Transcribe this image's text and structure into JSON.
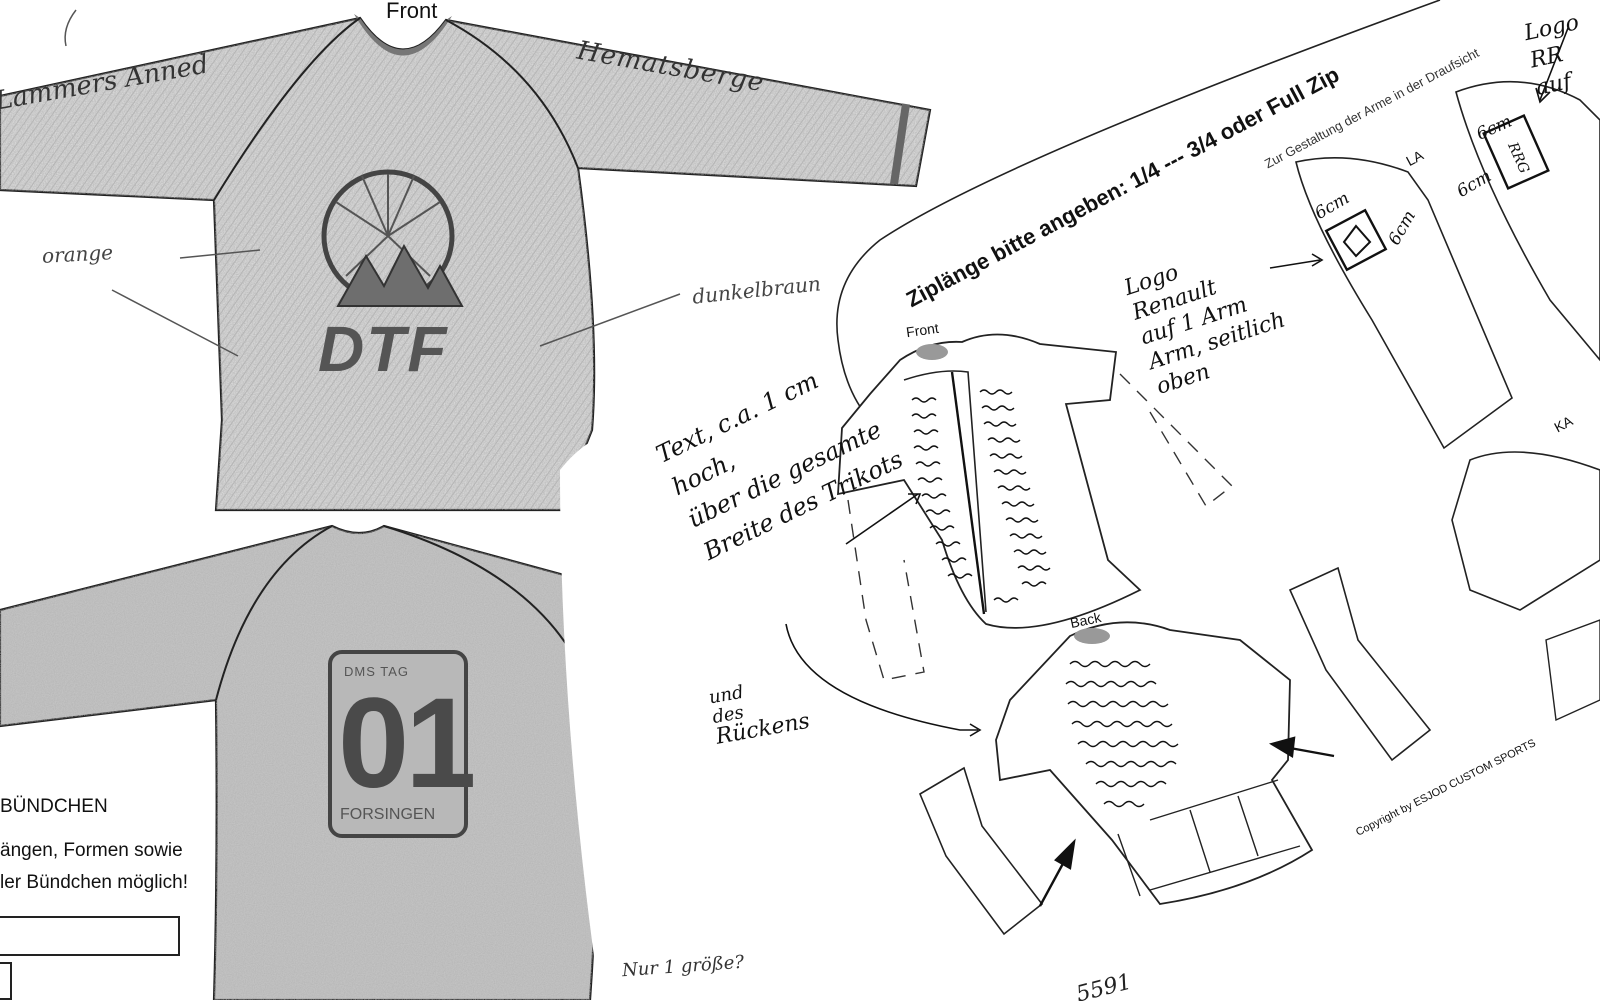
{
  "front_sheet": {
    "front_label": "Front",
    "cuff_section": {
      "heading": "BÜNDCHEN",
      "line1": "ängen, Formen sowie",
      "line2": "ler Bündchen möglich!"
    },
    "handwritten": {
      "orange": "orange",
      "dark_brown": "dunkelbraun",
      "size_note": "Nur 1 größe?",
      "sleeve_left": "Lammers Anned",
      "sleeve_right": "Hematsberge"
    },
    "front_logo_text": "DTF",
    "back_patch": {
      "top_text": "DMS TAG",
      "number": "01",
      "bottom_text": "FORSINGEN"
    }
  },
  "template_sheet": {
    "zip_instruction": "Ziplänge bitte angeben:  1/4  ---  3/4 oder Full Zip",
    "arm_design_note": "Zur Gestaltung der Arme in der Draufsicht",
    "front_label": "Front",
    "back_label": "Back",
    "pattern_labels": {
      "la": "LA",
      "ka": "KA"
    },
    "copyright": "Copyright by ESJOD CUSTOM SPORTS",
    "partial_number": "5591",
    "handwritten": {
      "text_note": [
        "Text, c.a. 1 cm",
        "hoch,",
        "über die gesamte",
        "Breite des Trikots"
      ],
      "back_note": [
        "und",
        "des",
        "Rückens"
      ],
      "logo_arm_note": [
        "Logo",
        "Renault",
        "auf 1 Arm",
        "Arm, seitlich",
        "oben"
      ],
      "logo_top_note": [
        "Logo",
        "RR",
        "auf"
      ],
      "dimension": "6cm",
      "diamond_text": "RRG"
    }
  }
}
